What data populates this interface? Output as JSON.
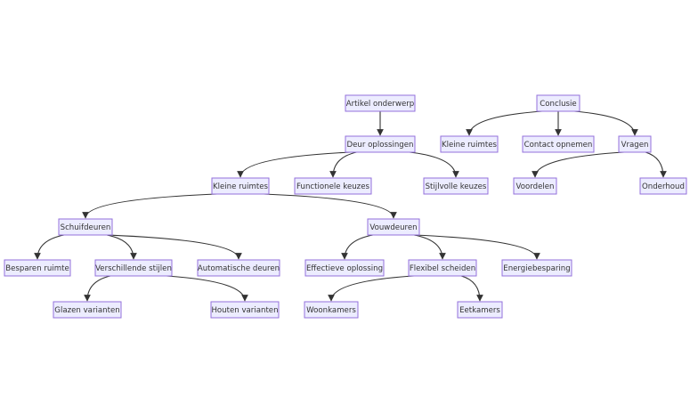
{
  "diagram": {
    "nodes": [
      {
        "id": "artikel",
        "label": "Artikel onderwerp"
      },
      {
        "id": "conclusie",
        "label": "Conclusie"
      },
      {
        "id": "deur",
        "label": "Deur oplossingen"
      },
      {
        "id": "kleine_conc",
        "label": "Kleine ruimtes"
      },
      {
        "id": "contact",
        "label": "Contact opnemen"
      },
      {
        "id": "vragen",
        "label": "Vragen"
      },
      {
        "id": "kleine",
        "label": "Kleine ruimtes"
      },
      {
        "id": "functionele",
        "label": "Functionele keuzes"
      },
      {
        "id": "stijlvolle",
        "label": "Stijlvolle keuzes"
      },
      {
        "id": "voordelen",
        "label": "Voordelen"
      },
      {
        "id": "onderhoud",
        "label": "Onderhoud"
      },
      {
        "id": "schuif",
        "label": "Schuifdeuren"
      },
      {
        "id": "vouw",
        "label": "Vouwdeuren"
      },
      {
        "id": "besparen",
        "label": "Besparen ruimte"
      },
      {
        "id": "verschillende",
        "label": "Verschillende stijlen"
      },
      {
        "id": "automatische",
        "label": "Automatische deuren"
      },
      {
        "id": "effectieve",
        "label": "Effectieve oplossing"
      },
      {
        "id": "flexibel",
        "label": "Flexibel scheiden"
      },
      {
        "id": "energie",
        "label": "Energiebesparing"
      },
      {
        "id": "glazen",
        "label": "Glazen varianten"
      },
      {
        "id": "houten",
        "label": "Houten varianten"
      },
      {
        "id": "woonkamers",
        "label": "Woonkamers"
      },
      {
        "id": "eetkamers",
        "label": "Eetkamers"
      }
    ],
    "edges": [
      {
        "from": "artikel",
        "to": "deur"
      },
      {
        "from": "conclusie",
        "to": "kleine_conc"
      },
      {
        "from": "conclusie",
        "to": "contact"
      },
      {
        "from": "conclusie",
        "to": "vragen"
      },
      {
        "from": "deur",
        "to": "kleine"
      },
      {
        "from": "deur",
        "to": "functionele"
      },
      {
        "from": "deur",
        "to": "stijlvolle"
      },
      {
        "from": "vragen",
        "to": "voordelen"
      },
      {
        "from": "vragen",
        "to": "onderhoud"
      },
      {
        "from": "kleine",
        "to": "schuif"
      },
      {
        "from": "kleine",
        "to": "vouw"
      },
      {
        "from": "schuif",
        "to": "besparen"
      },
      {
        "from": "schuif",
        "to": "verschillende"
      },
      {
        "from": "schuif",
        "to": "automatische"
      },
      {
        "from": "vouw",
        "to": "effectieve"
      },
      {
        "from": "vouw",
        "to": "flexibel"
      },
      {
        "from": "vouw",
        "to": "energie"
      },
      {
        "from": "verschillende",
        "to": "glazen"
      },
      {
        "from": "verschillende",
        "to": "houten"
      },
      {
        "from": "flexibel",
        "to": "woonkamers"
      },
      {
        "from": "flexibel",
        "to": "eetkamers"
      }
    ]
  }
}
